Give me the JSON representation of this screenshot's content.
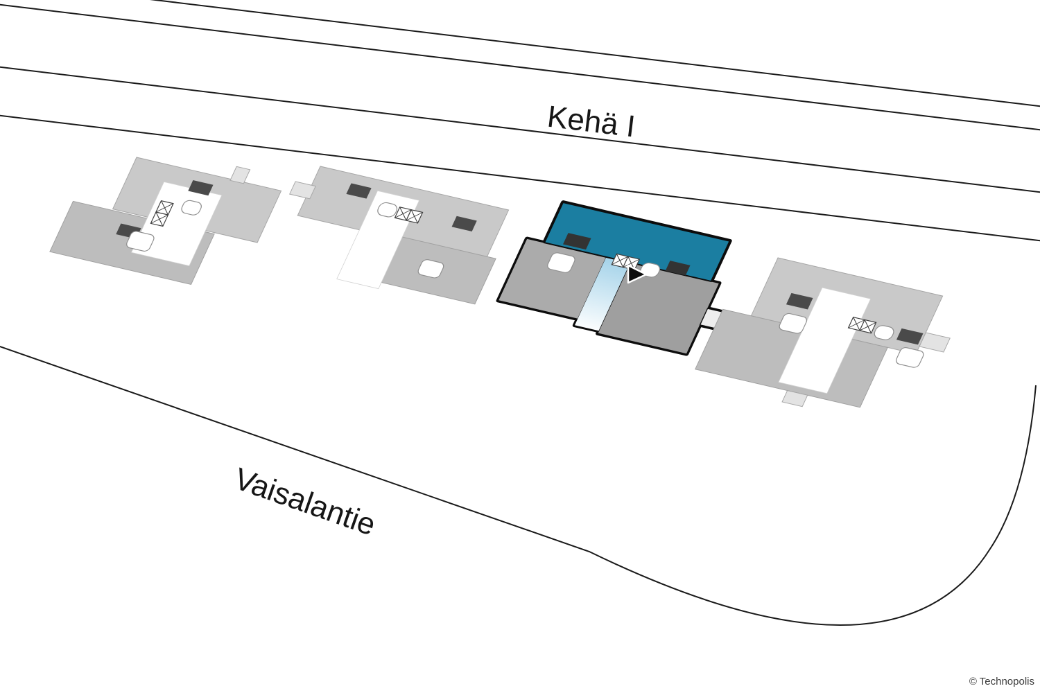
{
  "map": {
    "roads": {
      "keha": {
        "label": "Kehä I"
      },
      "vaisalantie": {
        "label": "Vaisalantie"
      }
    },
    "copyright": "© Technopolis",
    "colors": {
      "highlight": "#1b7ea1",
      "highlight_gradient_top": "#9fd0e8",
      "highlight_gradient_bottom": "#ffffff",
      "outline": "#0d0d0d",
      "building_light": "#c9c9c9",
      "building_shade": "#bdbdbd",
      "roof_vent": "#4a4a4a",
      "road": "#1a1a1a"
    },
    "buildings": [
      {
        "id": "building-1",
        "highlighted": false
      },
      {
        "id": "building-2",
        "highlighted": false
      },
      {
        "id": "building-3",
        "highlighted": true
      },
      {
        "id": "building-4",
        "highlighted": false
      }
    ],
    "marker": {
      "icon": "entrance-arrow-icon"
    }
  }
}
